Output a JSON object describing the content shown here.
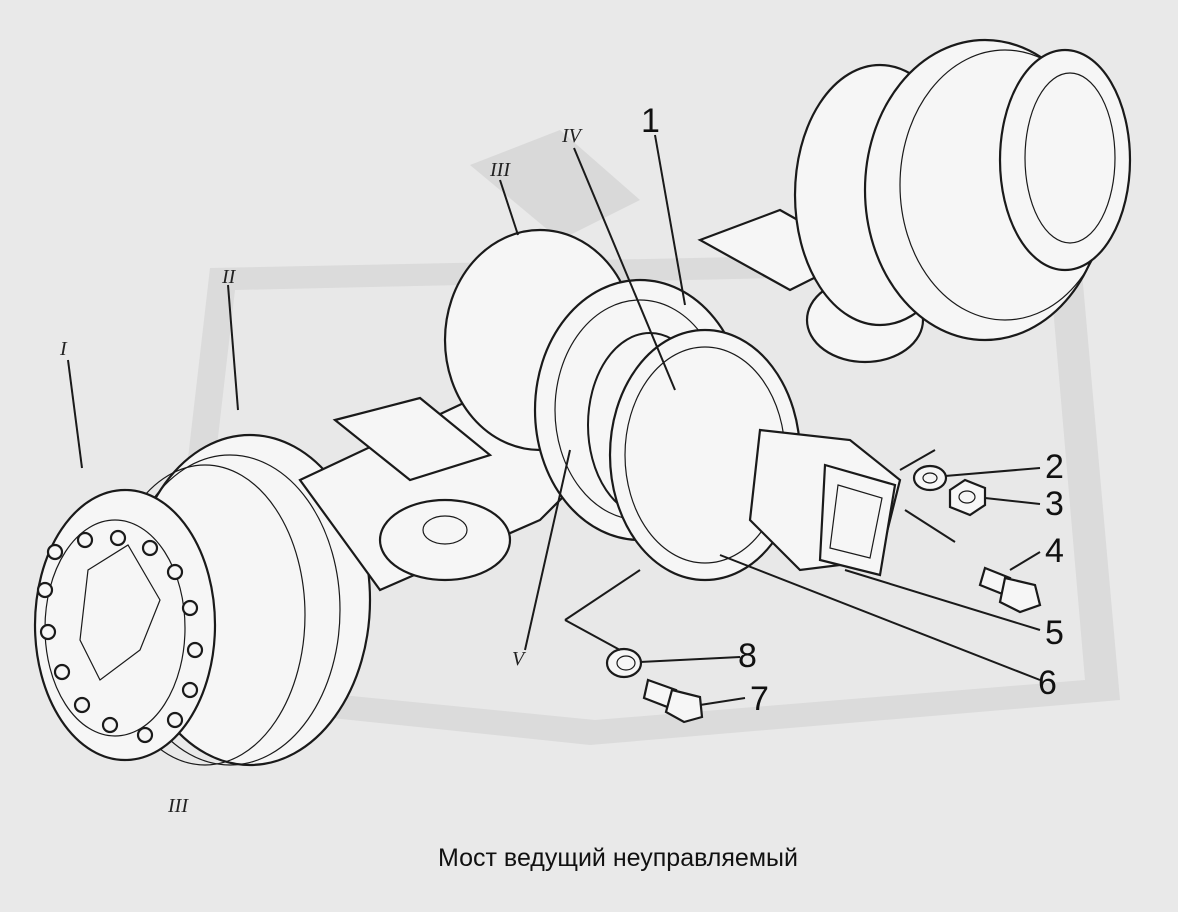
{
  "caption": "Мост ведущий неуправляемый",
  "callouts": [
    "1",
    "2",
    "3",
    "4",
    "5",
    "6",
    "7",
    "8"
  ],
  "views": [
    "I",
    "II",
    "III",
    "IV",
    "V",
    "III"
  ],
  "colors": {
    "background": "#e9e9e9",
    "line": "#1a1a1a",
    "watermark": "#cfcfcf"
  }
}
